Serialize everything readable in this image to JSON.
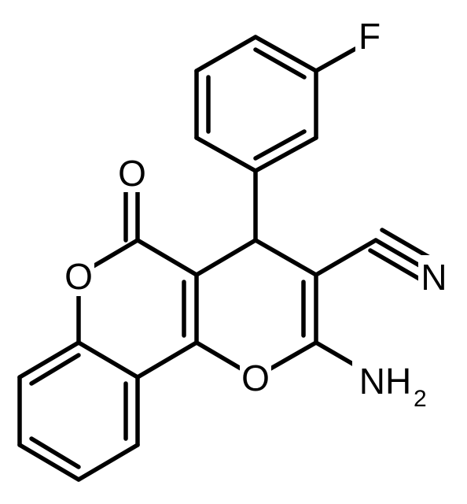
{
  "molecule": {
    "atoms": {
      "fluorine": "F",
      "carbonyl_oxygen": "O",
      "lactone_oxygen": "O",
      "pyran_oxygen": "O",
      "nitrile_nitrogen": "N",
      "amino_nh": "NH",
      "amino_subscript": "2"
    }
  },
  "colors": {
    "ink": "#000000",
    "background": "#ffffff"
  }
}
